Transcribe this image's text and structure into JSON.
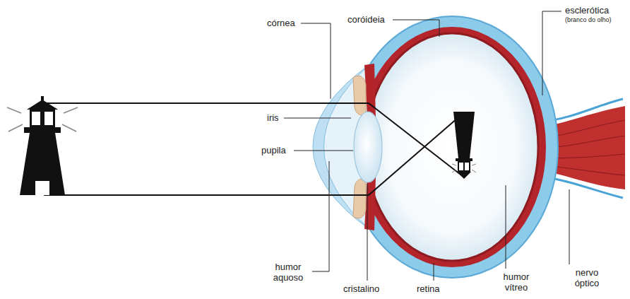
{
  "diagram": {
    "labels": [
      "córnea",
      "coróideia",
      "esclerótica",
      "(branco do olho)",
      "iris",
      "pupila",
      "humor aquoso",
      "cristalino",
      "retina",
      "humor vítreo",
      "nervo óptico"
    ]
  }
}
